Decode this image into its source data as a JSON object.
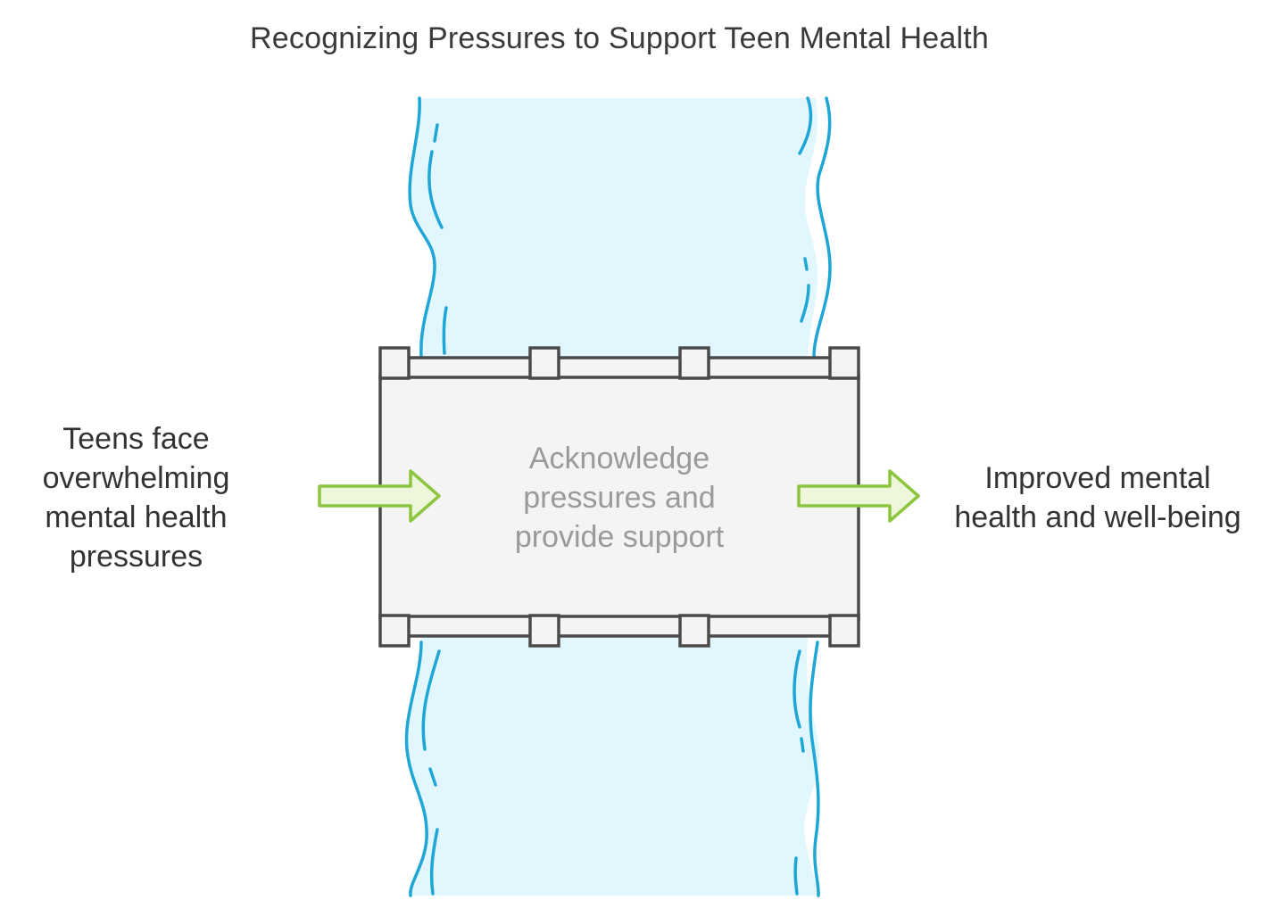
{
  "title": "Recognizing Pressures to Support Teen Mental Health",
  "input": {
    "lines": [
      "Teens face",
      "overwhelming",
      "mental health",
      "pressures"
    ]
  },
  "bridge": {
    "lines": [
      "Acknowledge",
      "pressures and",
      "provide support"
    ]
  },
  "output": {
    "lines": [
      "Improved mental",
      "health and well-being"
    ]
  },
  "colors": {
    "river_fill": "#e2f7fd",
    "river_line": "#1ea7d6",
    "bridge_fill": "#f4f4f4",
    "bridge_stroke": "#4a4a4a",
    "arrow_fill": "#eef7dc",
    "arrow_stroke": "#8cc63f",
    "title_text": "#3a3a3a",
    "label_text": "#333333",
    "bridge_text": "#9a9a9a"
  }
}
